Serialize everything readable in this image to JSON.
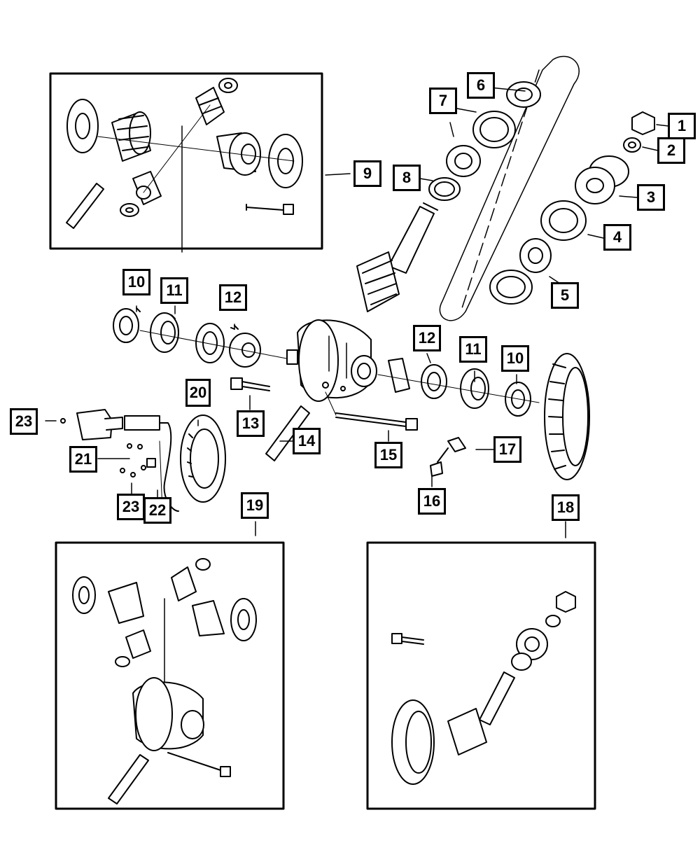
{
  "callouts": [
    {
      "id": "c1",
      "label": "1"
    },
    {
      "id": "c2",
      "label": "2"
    },
    {
      "id": "c3",
      "label": "3"
    },
    {
      "id": "c4",
      "label": "4"
    },
    {
      "id": "c5",
      "label": "5"
    },
    {
      "id": "c6",
      "label": "6"
    },
    {
      "id": "c7",
      "label": "7"
    },
    {
      "id": "c8",
      "label": "8"
    },
    {
      "id": "c9",
      "label": "9"
    },
    {
      "id": "c10a",
      "label": "10"
    },
    {
      "id": "c10b",
      "label": "10"
    },
    {
      "id": "c11a",
      "label": "11"
    },
    {
      "id": "c11b",
      "label": "11"
    },
    {
      "id": "c12a",
      "label": "12"
    },
    {
      "id": "c12b",
      "label": "12"
    },
    {
      "id": "c13",
      "label": "13"
    },
    {
      "id": "c14",
      "label": "14"
    },
    {
      "id": "c15",
      "label": "15"
    },
    {
      "id": "c16",
      "label": "16"
    },
    {
      "id": "c17",
      "label": "17"
    },
    {
      "id": "c18",
      "label": "18"
    },
    {
      "id": "c19",
      "label": "19"
    },
    {
      "id": "c20",
      "label": "20"
    },
    {
      "id": "c21",
      "label": "21"
    },
    {
      "id": "c22",
      "label": "22"
    },
    {
      "id": "c23a",
      "label": "23"
    },
    {
      "id": "c23b",
      "label": "23"
    }
  ],
  "colors": {
    "line": "#000000",
    "background": "#ffffff"
  }
}
